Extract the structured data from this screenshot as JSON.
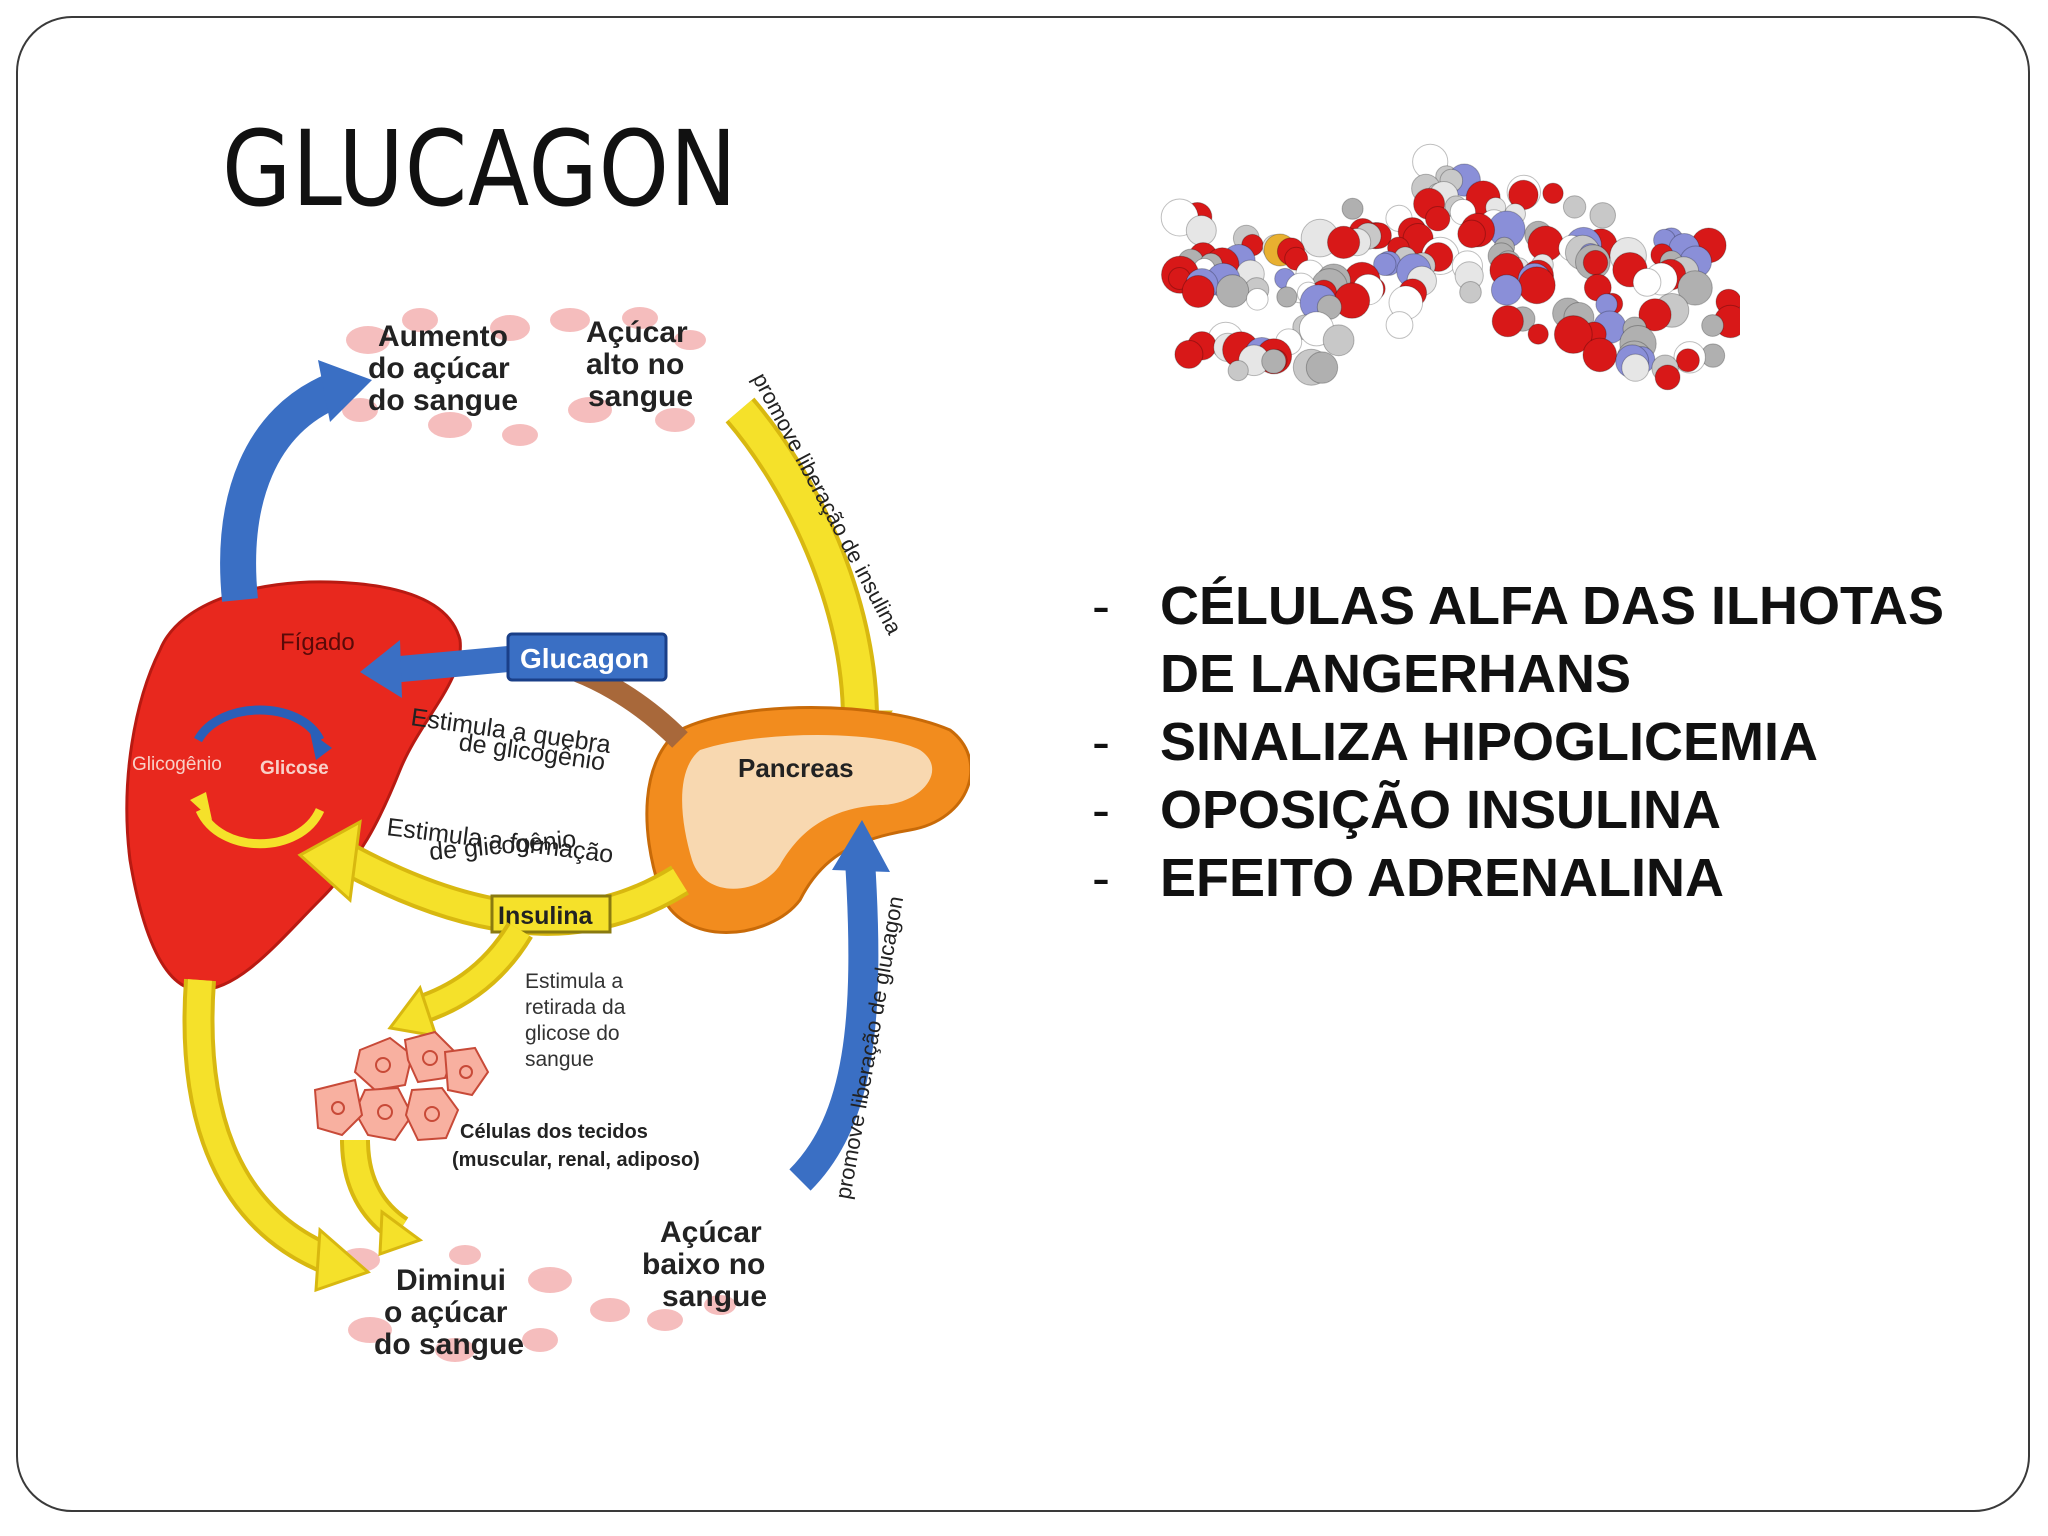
{
  "slide": {
    "title": "GLUCAGON",
    "bullets": [
      "CÉLULAS ALFA DAS ILHOTAS DE LANGERHANS",
      "SINALIZA HIPOGLICEMIA",
      "OPOSIÇÃO INSULINA",
      "EFEITO ADRENALINA"
    ],
    "bullet_marker": "-"
  },
  "diagram": {
    "aumento": [
      "Aumento",
      "do açúcar",
      "do sangue"
    ],
    "acucar_alto": [
      "Açúcar",
      "alto no",
      "sangue"
    ],
    "promove_insulina": "promove liberação de insulina",
    "figado": "Fígado",
    "glucagon_label": "Glucagon",
    "estimula_quebra": [
      "Estimula a quebra",
      "de glicogênio"
    ],
    "glicogenio": "Glicogênio",
    "glicose": "Glicose",
    "pancreas": "Pancreas",
    "estimula_formacao": [
      "Estimula a formação",
      "de glicogênio"
    ],
    "insulina_label": "Insulina",
    "estimula_retirada": [
      "Estimula a",
      "retirada da",
      "glicose do",
      "sangue"
    ],
    "celulas": [
      "Células dos tecidos",
      "(muscular, renal, adiposo)"
    ],
    "promove_glucagon": "promove liberação de glucagon",
    "acucar_baixo": [
      "Açúcar",
      "baixo no",
      "sangue"
    ],
    "diminui": [
      "Diminui",
      "o açúcar",
      "do sangue"
    ],
    "colors": {
      "liver": "#e8281e",
      "blue_arrow": "#3a6fc4",
      "yellow_arrow": "#f5e12a",
      "pancreas": "#f28c1e",
      "blood_cells": "#f2a0a0"
    }
  }
}
